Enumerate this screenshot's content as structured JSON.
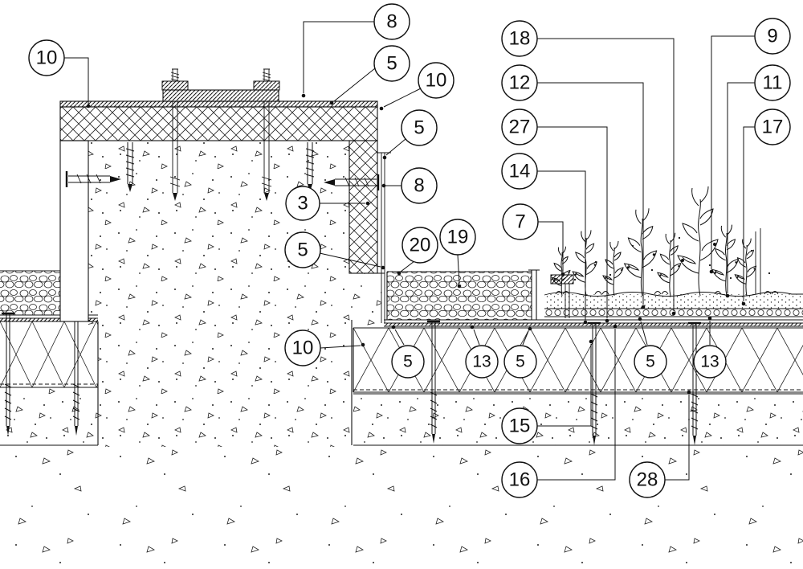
{
  "drawing": {
    "type": "construction-detail-section",
    "background_color": "#ffffff",
    "line_color": "#111111"
  },
  "callouts": [
    {
      "id": "c01",
      "label": "10"
    },
    {
      "id": "c02",
      "label": "8"
    },
    {
      "id": "c03",
      "label": "5"
    },
    {
      "id": "c04",
      "label": "10"
    },
    {
      "id": "c05",
      "label": "5"
    },
    {
      "id": "c06",
      "label": "8"
    },
    {
      "id": "c07",
      "label": "3"
    },
    {
      "id": "c08",
      "label": "5"
    },
    {
      "id": "c09",
      "label": "20"
    },
    {
      "id": "c10",
      "label": "19"
    },
    {
      "id": "c11",
      "label": "18"
    },
    {
      "id": "c12",
      "label": "9"
    },
    {
      "id": "c13",
      "label": "12"
    },
    {
      "id": "c14",
      "label": "11"
    },
    {
      "id": "c15",
      "label": "27"
    },
    {
      "id": "c16",
      "label": "17"
    },
    {
      "id": "c17",
      "label": "14"
    },
    {
      "id": "c18",
      "label": "7"
    },
    {
      "id": "c19",
      "label": "10"
    },
    {
      "id": "c20",
      "label": "5"
    },
    {
      "id": "c21",
      "label": "13"
    },
    {
      "id": "c22",
      "label": "5"
    },
    {
      "id": "c23",
      "label": "5"
    },
    {
      "id": "c24",
      "label": "13"
    },
    {
      "id": "c25",
      "label": "15"
    },
    {
      "id": "c26",
      "label": "16"
    },
    {
      "id": "c27",
      "label": "28"
    }
  ]
}
